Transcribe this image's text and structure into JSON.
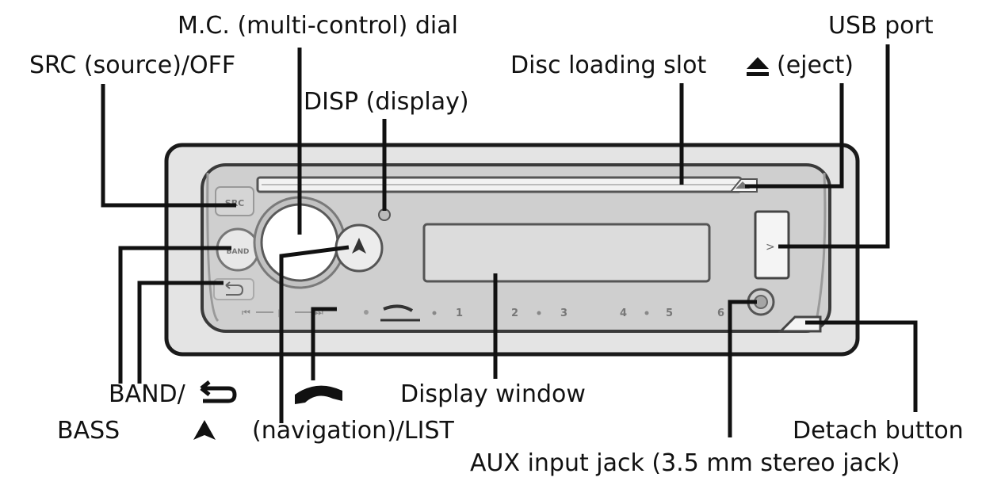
{
  "labels": {
    "mc_dial": "M.C. (multi-control) dial",
    "src": "SRC (source)/OFF",
    "disc_slot": "Disc loading slot",
    "eject": "(eject)",
    "usb": "USB port",
    "disp": "DISP (display)",
    "band": "BAND/",
    "bass": "BASS",
    "navigation": "(navigation)/LIST",
    "display_window": "Display window",
    "detach": "Detach button",
    "aux": "AUX input jack (3.5 mm stereo jack)"
  },
  "panel": {
    "src_button": "SRC",
    "band_button": "BAND",
    "preset_1": "1",
    "preset_2": "2",
    "preset_3": "3",
    "preset_4": "4",
    "preset_5": "5",
    "preset_6": "6"
  },
  "icons": {
    "eject": "eject-icon",
    "back_arrow": "return-arrow-icon",
    "up_triangle": "up-triangle-icon",
    "phone": "phone-handset-icon"
  },
  "colors": {
    "background": "#ffffff",
    "panel_outer": "#d9d9d9",
    "panel_inner": "#c9c9c9",
    "outline": "#1a1a1a"
  }
}
